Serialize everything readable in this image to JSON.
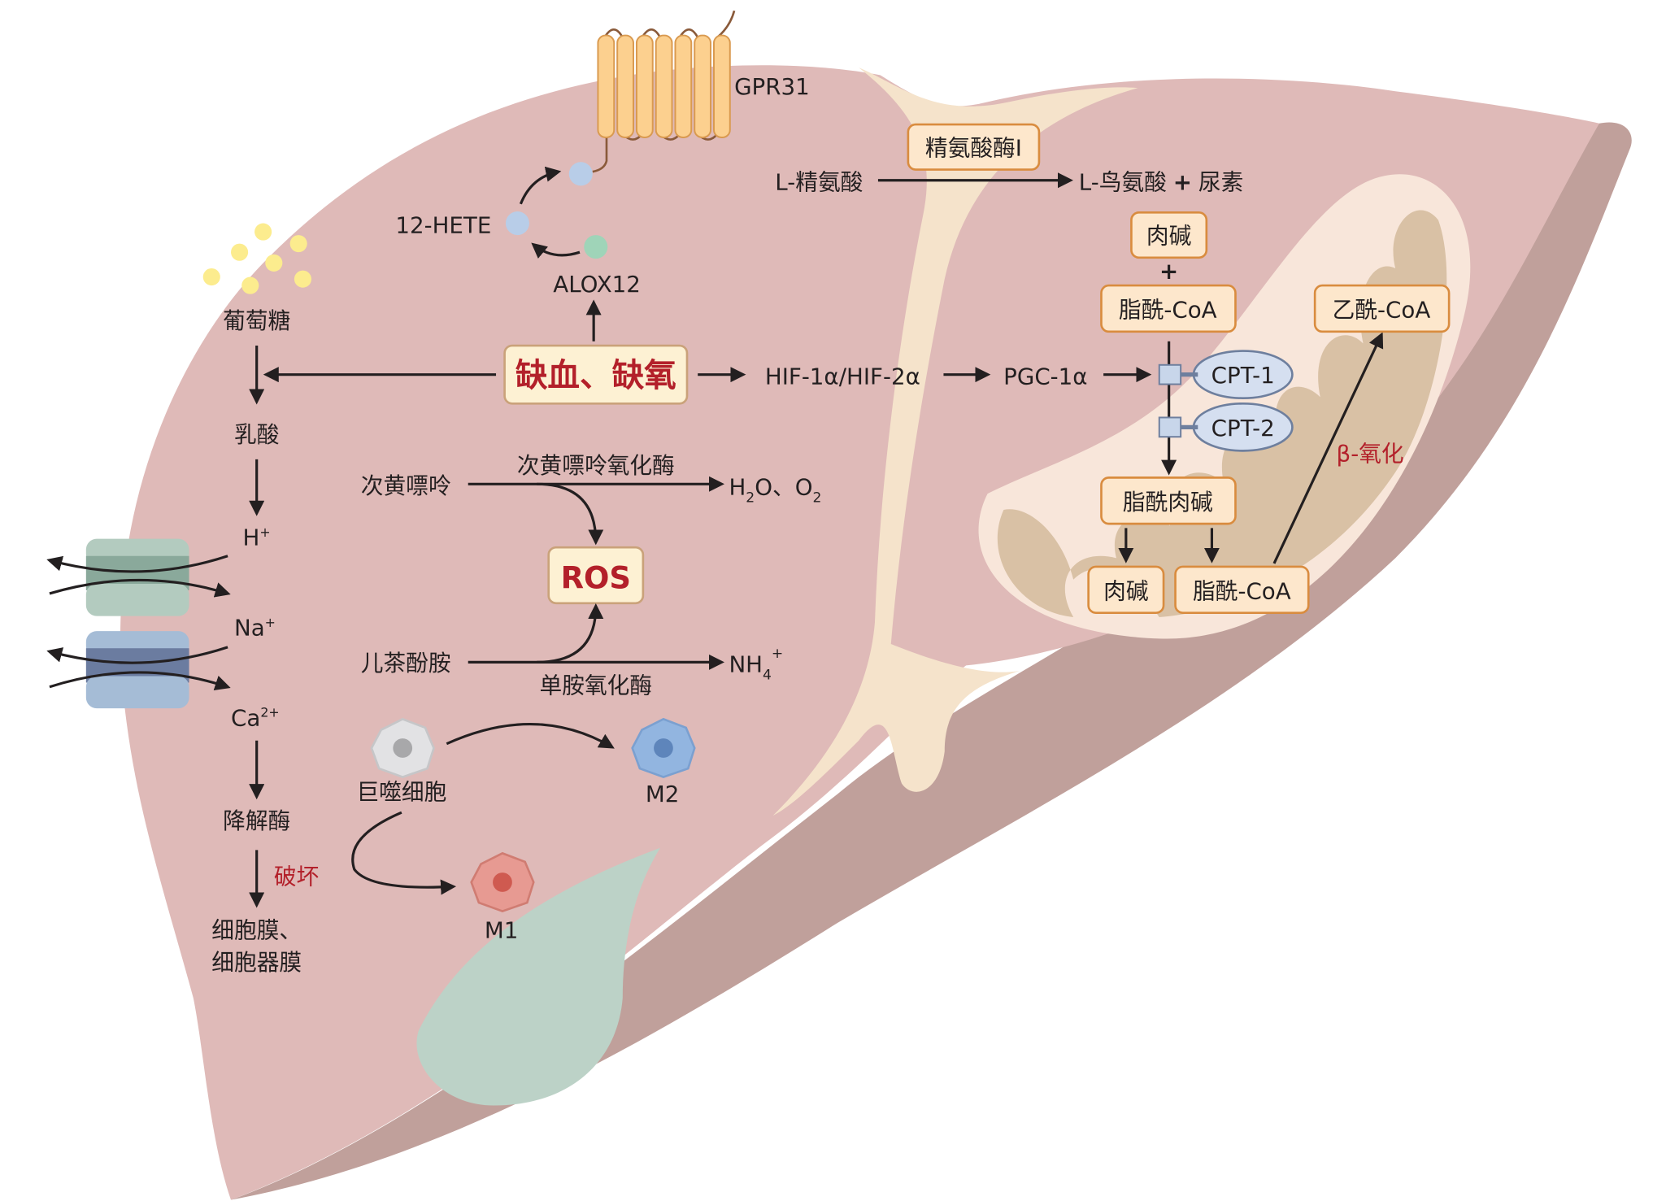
{
  "receptor": {
    "label": "GPR31"
  },
  "hete": {
    "label": "12-HETE",
    "enzyme": "ALOX12"
  },
  "ischemia": {
    "label": "缺血、缺氧"
  },
  "glycolysis": {
    "glucose": "葡萄糖",
    "lactate": "乳酸",
    "h": "H",
    "h_sup": "+",
    "na": "Na",
    "na_sup": "+",
    "ca": "Ca",
    "ca_sup": "2+",
    "degrading_enzyme": "降解酶",
    "damage": "破坏",
    "membrane_1": "细胞膜、",
    "membrane_2": "细胞器膜"
  },
  "arginine": {
    "substrate": "L-精氨酸",
    "enzyme": "精氨酸酶I",
    "product_1": "L-鸟氨酸",
    "plus": "+",
    "product_2": "尿素"
  },
  "hif": {
    "hif": "HIF-1α/HIF-2α",
    "pgc": "PGC-1α"
  },
  "mito": {
    "carnitine": "肉碱",
    "plus": "+",
    "acyl_coa": "脂酰-CoA",
    "cpt1": "CPT-1",
    "cpt2": "CPT-2",
    "acylcarnitine": "脂酰肉碱",
    "carnitine_2": "肉碱",
    "acyl_coa_2": "脂酰-CoA",
    "acetyl_coa": "乙酰-CoA",
    "beta_ox": "β-氧化"
  },
  "ros": {
    "hypoxanthine": "次黄嘌呤",
    "xo": "次黄嘌呤氧化酶",
    "h2o_o2": "H",
    "h2o_sub": "2",
    "h2o_mid": "O、O",
    "o2_sub": "2",
    "ros": "ROS",
    "catecholamine": "儿茶酚胺",
    "mao": "单胺氧化酶",
    "nh4": "NH",
    "nh4_sub": "4",
    "nh4_sup": "+"
  },
  "macrophage": {
    "label": "巨噬细胞",
    "m2": "M2",
    "m1": "M1"
  },
  "colors": {
    "liver": "#dfbab8",
    "liver_shadow": "#c0a09b",
    "ligament": "#f5e3cb",
    "gallbladder": "#bcd2c7",
    "mito_outer": "#f8e6da",
    "mito_inner": "#d9c1a5",
    "box_fill": "#fde7cc",
    "box_stroke": "#d98c3f",
    "highlight_text": "#b3202a"
  }
}
